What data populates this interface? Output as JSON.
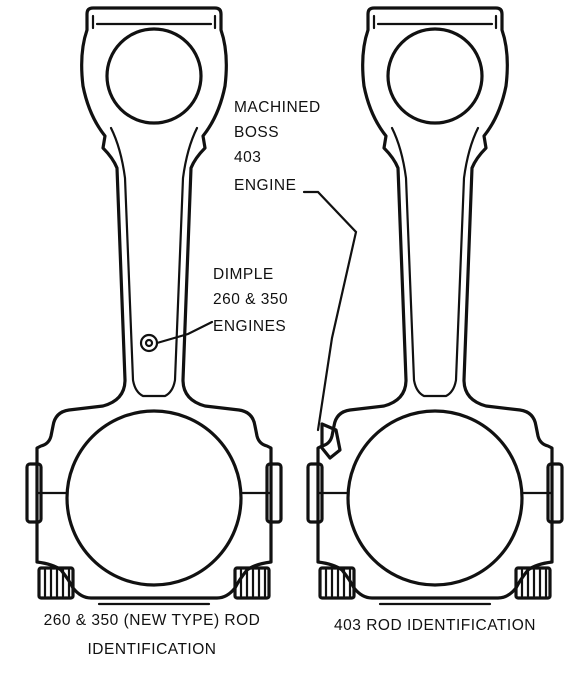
{
  "callouts": {
    "machined_boss": [
      "MACHINED",
      "BOSS",
      "403",
      "ENGINE"
    ],
    "dimple": [
      "DIMPLE",
      "260 & 350",
      "ENGINES"
    ]
  },
  "captions": {
    "left_rod": [
      "260 & 350 (NEW TYPE) ROD",
      "IDENTIFICATION"
    ],
    "right_rod": [
      "403 ROD IDENTIFICATION"
    ]
  }
}
